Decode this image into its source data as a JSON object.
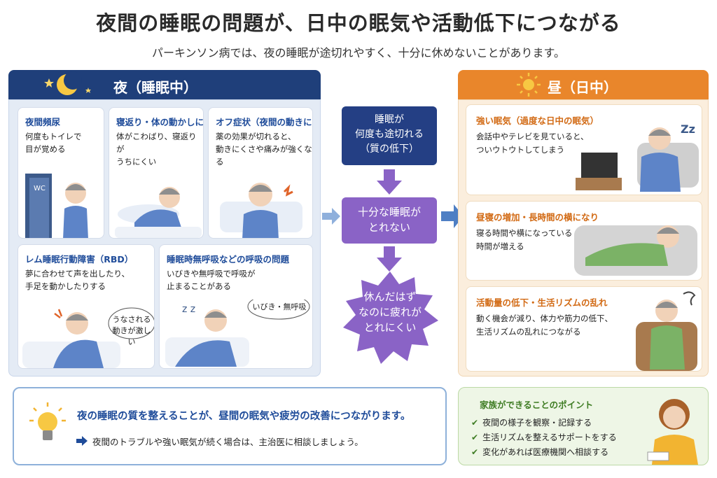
{
  "title": "夜間の睡眠の問題が、日中の眠気や活動低下につながる",
  "subtitle": "パーキンソン病では、夜の睡眠が途切れやすく、十分に休めないことがあります。",
  "night": {
    "header": "夜（睡眠中）",
    "cards": [
      {
        "title": "夜間頻尿",
        "desc": "何度もトイレで\n目が覚める",
        "sign": "WC"
      },
      {
        "title": "寝返り・体の動かしにくさ",
        "desc": "体がこわばり、寝返りが\nうちにくい"
      },
      {
        "title": "オフ症状（夜間の動きにくさ）",
        "desc": "薬の効果が切れると、\n動きにくさや痛みが強くなる"
      },
      {
        "title": "レム睡眠行動障害（RBD）",
        "desc": "夢に合わせて声を出したり、\n手足を動かしたりする",
        "bubble": "うなされる\n動きが激しい"
      },
      {
        "title": "睡眠時無呼吸などの呼吸の問題",
        "desc": "いびきや無呼吸で呼吸が\n止まることがある",
        "bubble": "いびき・無呼吸"
      }
    ]
  },
  "flow": {
    "step1": "睡眠が\n何度も途切れる\n（質の低下）",
    "step2": "十分な睡眠が\nとれない",
    "step3": "休んだはず\nなのに疲れが\nとれにくい"
  },
  "day": {
    "header": "昼（日中）",
    "cards": [
      {
        "title": "強い眠気（過度な日中の眠気）",
        "desc": "会話中やテレビを見ていると、\nついウトウトしてしまう"
      },
      {
        "title": "昼寝の増加・長時間の横になり",
        "desc": "寝る時間や横になっている\n時間が増える"
      },
      {
        "title": "活動量の低下・生活リズムの乱れ",
        "desc": "動く機会が減り、体力や筋力の低下、\n生活リズムの乱れにつながる"
      }
    ]
  },
  "tip": {
    "main": "夜の睡眠の質を整えることが、昼間の眠気や疲労の改善につながります。",
    "sub": "夜間のトラブルや強い眠気が続く場合は、主治医に相談しましょう。"
  },
  "family": {
    "title": "家族ができることのポイント",
    "items": [
      "夜間の様子を観察・記録する",
      "生活リズムを整えるサポートをする",
      "変化があれば医療機関へ相談する"
    ]
  },
  "colors": {
    "night": "#1f3f7a",
    "day": "#e9862b",
    "purple": "#8a63c6",
    "arrow": "#4e7fc4"
  },
  "icons": [
    "moon-icon",
    "star-icon",
    "sun-icon",
    "lightbulb-icon",
    "arrow-right-icon",
    "checkmark-icon",
    "zzz-icon"
  ]
}
